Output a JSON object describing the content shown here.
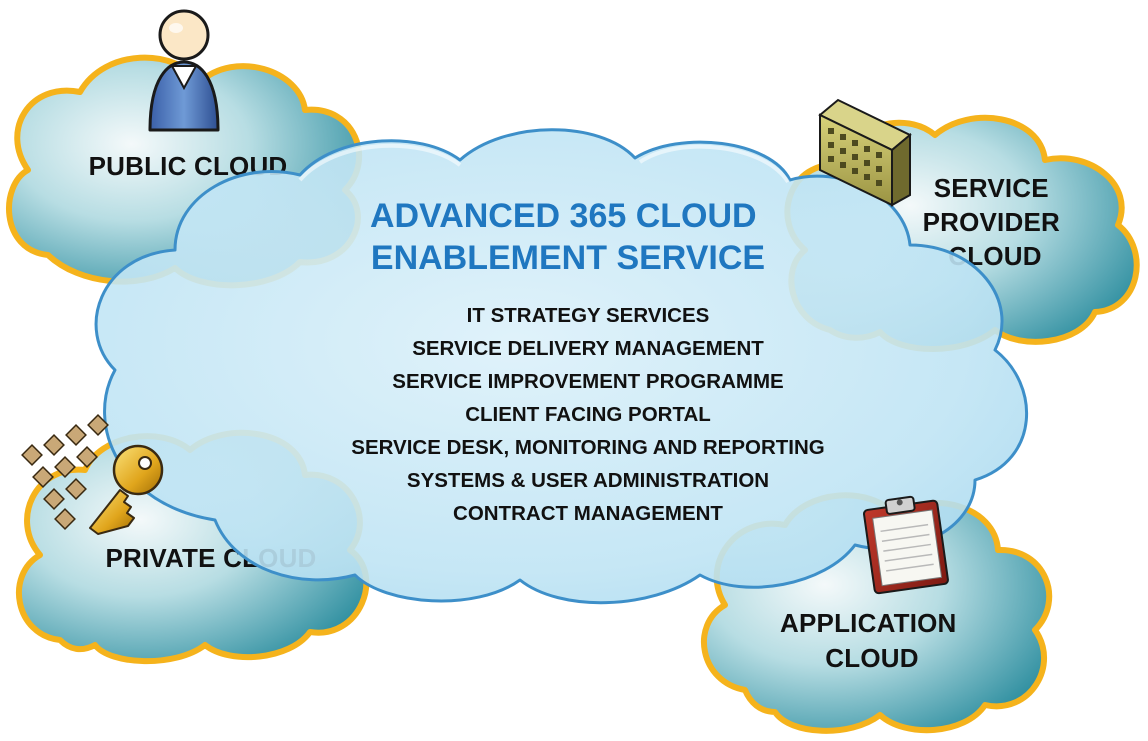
{
  "main_cloud": {
    "title_lines": [
      "ADVANCED 365 CLOUD",
      "ENABLEMENT SERVICE"
    ],
    "services": [
      "IT STRATEGY SERVICES",
      "SERVICE DELIVERY MANAGEMENT",
      "SERVICE IMPROVEMENT PROGRAMME",
      "CLIENT FACING PORTAL",
      "SERVICE DESK, MONITORING AND REPORTING",
      "SYSTEMS & USER ADMINISTRATION",
      "CONTRACT MANAGEMENT"
    ]
  },
  "satellite_clouds": {
    "public": {
      "lines": [
        "PUBLIC CLOUD"
      ],
      "icon": "person-icon"
    },
    "service_provider": {
      "lines": [
        "SERVICE",
        "PROVIDER",
        "CLOUD"
      ],
      "icon": "building-icon"
    },
    "private": {
      "lines": [
        "PRIVATE CLOUD"
      ],
      "icon": "key-icon"
    },
    "application": {
      "lines": [
        "APPLICATION",
        "CLOUD"
      ],
      "icon": "clipboard-icon"
    }
  },
  "colors": {
    "cloud_outline": "#f5b31c",
    "satellite_fill_light": "#e9f3f5",
    "satellite_fill_dark": "#2f8fa0",
    "main_fill": "#c6e6f5",
    "main_outline": "#3d8fc9",
    "title": "#1f77c0",
    "text": "#111111"
  }
}
